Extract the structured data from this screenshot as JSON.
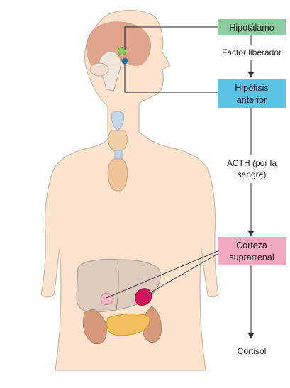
{
  "labels": {
    "hypothalamus": "Hipotálamo",
    "releasing_factor": "Factor liberador",
    "pituitary_line1": "Hipófisis",
    "pituitary_line2": "anterior",
    "acth_line1": "ACTH (por la",
    "acth_line2": "sangre)",
    "adrenal_line1": "Corteza",
    "adrenal_line2": "suprarrenal",
    "cortisol": "Cortisol"
  },
  "colors": {
    "skin": "#fbe3ce",
    "outline": "#b9a796",
    "hypothalamus_box": "#8fcb9e",
    "pituitary_box": "#5ac3e6",
    "adrenal_box": "#f2a9c2",
    "brain": "#d9917a",
    "adrenal_gland": "#d4145a",
    "arrow": "#333333"
  }
}
